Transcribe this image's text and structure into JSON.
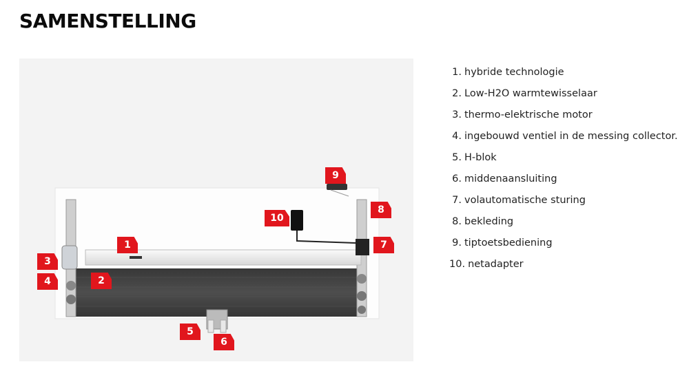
{
  "title": "SAMENSTELLING",
  "legend": [
    {
      "num": "1.",
      "text": "hybride technologie"
    },
    {
      "num": "2.",
      "text": "Low-H2O warmtewisselaar"
    },
    {
      "num": "3.",
      "text": "thermo-elektrische motor"
    },
    {
      "num": "4.",
      "text": "ingebouwd ventiel in de messing collector."
    },
    {
      "num": "5.",
      "text": "H-blok"
    },
    {
      "num": "6.",
      "text": "middenaansluiting"
    },
    {
      "num": "7.",
      "text": "volautomatische sturing"
    },
    {
      "num": "8.",
      "text": "bekleding"
    },
    {
      "num": "9.",
      "text": "tiptoetsbediening"
    },
    {
      "num": "10.",
      "text": "netadapter"
    }
  ],
  "markers": [
    "1",
    "2",
    "3",
    "4",
    "5",
    "6",
    "7",
    "8",
    "9",
    "10"
  ],
  "colors": {
    "marker": "#e1161d",
    "text": "#222222",
    "background": "#f3f3f3"
  }
}
